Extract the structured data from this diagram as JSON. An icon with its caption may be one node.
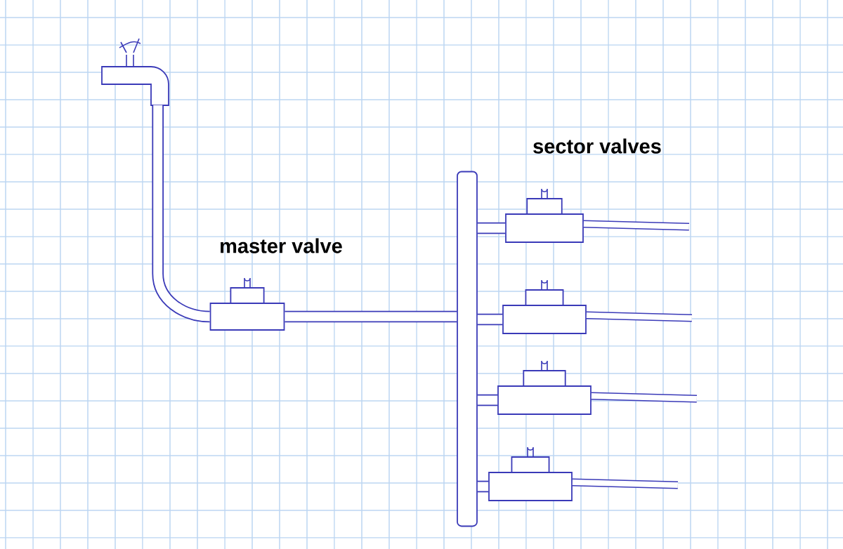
{
  "diagram": {
    "nodes": [
      {
        "text": [],
        "shape": "picture"
      },
      {
        "text": [],
        "shape": "box",
        "beside": [
          "master valve"
        ]
      },
      {
        "text": [],
        "shape": "bar"
      },
      {
        "text": [],
        "shape": "box"
      },
      {
        "text": [],
        "shape": "box"
      },
      {
        "text": [],
        "shape": "box"
      },
      {
        "text": [],
        "shape": "box"
      }
    ],
    "edges": [
      {
        "from": 0,
        "to": 1,
        "arrow": "none"
      },
      {
        "from": 1,
        "to": 2,
        "arrow": "none"
      },
      {
        "from": 2,
        "to": 3,
        "arrow": "none"
      },
      {
        "from": 2,
        "to": 4,
        "arrow": "none"
      },
      {
        "from": 2,
        "to": 5,
        "arrow": "none"
      },
      {
        "from": 2,
        "to": 6,
        "arrow": "none"
      },
      {
        "from": 3,
        "to": null,
        "arrow": "none"
      },
      {
        "from": 4,
        "to": null,
        "arrow": "none"
      },
      {
        "from": 5,
        "to": null,
        "arrow": "none"
      },
      {
        "from": 6,
        "to": null,
        "arrow": "none"
      }
    ],
    "labels": [
      "sector valves"
    ]
  }
}
